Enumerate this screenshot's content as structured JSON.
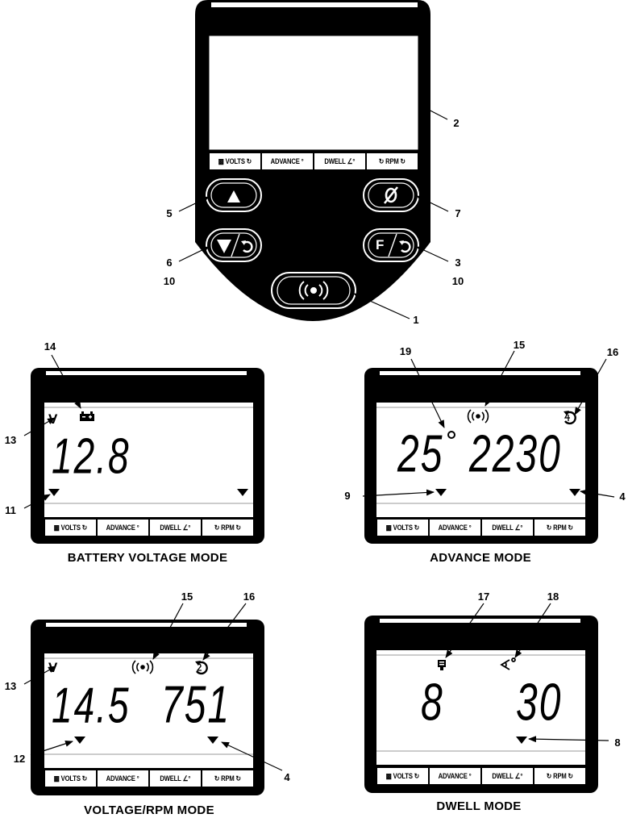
{
  "callouts": {
    "top_2": "2",
    "top_5": "5",
    "top_7": "7",
    "top_6": "6",
    "top_3": "3",
    "top_10_left": "10",
    "top_10_right": "10",
    "top_1": "1",
    "bv_14": "14",
    "bv_13": "13",
    "bv_11": "11",
    "adv_19": "19",
    "adv_15": "15",
    "adv_16": "16",
    "adv_9": "9",
    "adv_4": "4",
    "vr_15": "15",
    "vr_16": "16",
    "vr_13": "13",
    "vr_12": "12",
    "vr_4": "4",
    "dw_17": "17",
    "dw_18": "18",
    "dw_8": "8"
  },
  "tabs": {
    "volts": "VOLTS",
    "advance": "ADVANCE",
    "dwell": "DWELL",
    "rpm": "RPM"
  },
  "buttons": {
    "up_icon": "up-arrow",
    "down_function_icon": "down-arrow-cycle",
    "zero_icon": "zero-slash",
    "function_label": "F",
    "sensor_icon": "induction-signal"
  },
  "battery_mode": {
    "title": "BATTERY VOLTAGE MODE",
    "unit": "V",
    "value": "12.8"
  },
  "advance_mode": {
    "title": "ADVANCE MODE",
    "degrees": "25",
    "rpm": "2230"
  },
  "voltage_rpm_mode": {
    "title": "VOLTAGE/RPM MODE",
    "unit": "V",
    "volts": "14.5",
    "rpm": "751"
  },
  "dwell_mode": {
    "title": "DWELL MODE",
    "cylinders": "8",
    "dwell": "30"
  },
  "colors": {
    "ink": "#000000",
    "lcd_bg": "#ffffff",
    "grey_line": "#9a9a9a"
  }
}
